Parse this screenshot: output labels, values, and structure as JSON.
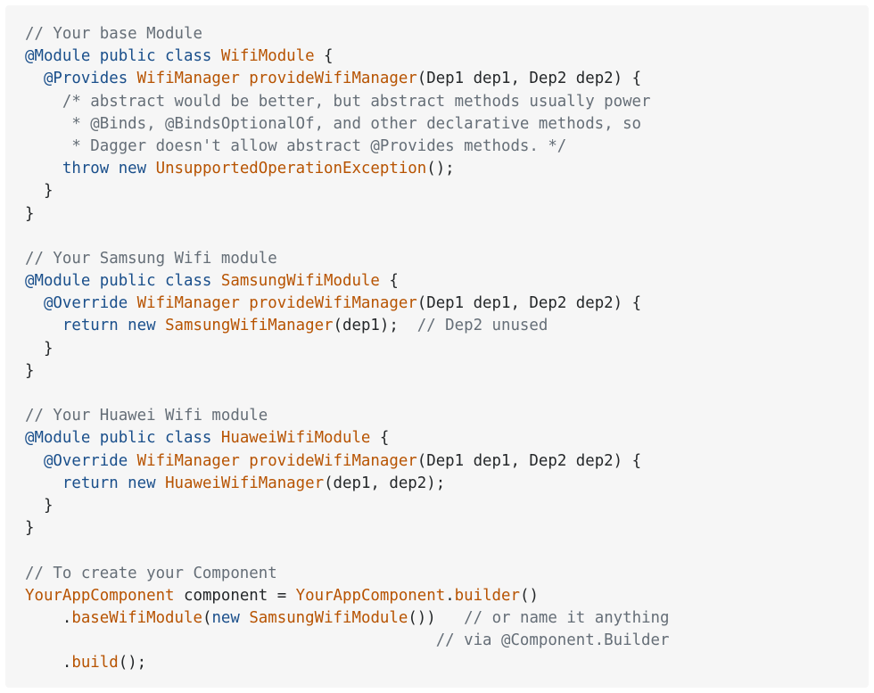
{
  "colors": {
    "background": "#ffffff",
    "code_background": "#f6f6f6",
    "comment": "#656e77",
    "keyword": "#1a4f8b",
    "type_name": "#b75301",
    "plain_text": "#242729"
  },
  "code": {
    "lines": [
      [
        {
          "t": "c",
          "s": "// Your base Module"
        }
      ],
      [
        {
          "t": "k",
          "s": "@Module public class "
        },
        {
          "t": "y",
          "s": "WifiModule"
        },
        {
          "t": "p",
          "s": " {"
        }
      ],
      [
        {
          "t": "p",
          "s": "  "
        },
        {
          "t": "k",
          "s": "@Provides "
        },
        {
          "t": "y",
          "s": "WifiManager provideWifiManager"
        },
        {
          "t": "p",
          "s": "(Dep1 dep1, Dep2 dep2) {"
        }
      ],
      [
        {
          "t": "c",
          "s": "    /* abstract would be better, but abstract methods usually power"
        }
      ],
      [
        {
          "t": "c",
          "s": "     * @Binds, @BindsOptionalOf, and other declarative methods, so"
        }
      ],
      [
        {
          "t": "c",
          "s": "     * Dagger doesn't allow abstract @Provides methods. */"
        }
      ],
      [
        {
          "t": "p",
          "s": "    "
        },
        {
          "t": "k",
          "s": "throw new "
        },
        {
          "t": "y",
          "s": "UnsupportedOperationException"
        },
        {
          "t": "p",
          "s": "();"
        }
      ],
      [
        {
          "t": "p",
          "s": "  }"
        }
      ],
      [
        {
          "t": "p",
          "s": "}"
        }
      ],
      [
        {
          "t": "p",
          "s": ""
        }
      ],
      [
        {
          "t": "c",
          "s": "// Your Samsung Wifi module"
        }
      ],
      [
        {
          "t": "k",
          "s": "@Module public class "
        },
        {
          "t": "y",
          "s": "SamsungWifiModule"
        },
        {
          "t": "p",
          "s": " {"
        }
      ],
      [
        {
          "t": "p",
          "s": "  "
        },
        {
          "t": "k",
          "s": "@Override "
        },
        {
          "t": "y",
          "s": "WifiManager provideWifiManager"
        },
        {
          "t": "p",
          "s": "(Dep1 dep1, Dep2 dep2) {"
        }
      ],
      [
        {
          "t": "p",
          "s": "    "
        },
        {
          "t": "k",
          "s": "return new "
        },
        {
          "t": "y",
          "s": "SamsungWifiManager"
        },
        {
          "t": "p",
          "s": "(dep1);  "
        },
        {
          "t": "c",
          "s": "// Dep2 unused"
        }
      ],
      [
        {
          "t": "p",
          "s": "  }"
        }
      ],
      [
        {
          "t": "p",
          "s": "}"
        }
      ],
      [
        {
          "t": "p",
          "s": ""
        }
      ],
      [
        {
          "t": "c",
          "s": "// Your Huawei Wifi module"
        }
      ],
      [
        {
          "t": "k",
          "s": "@Module public class "
        },
        {
          "t": "y",
          "s": "HuaweiWifiModule"
        },
        {
          "t": "p",
          "s": " {"
        }
      ],
      [
        {
          "t": "p",
          "s": "  "
        },
        {
          "t": "k",
          "s": "@Override "
        },
        {
          "t": "y",
          "s": "WifiManager provideWifiManager"
        },
        {
          "t": "p",
          "s": "(Dep1 dep1, Dep2 dep2) {"
        }
      ],
      [
        {
          "t": "p",
          "s": "    "
        },
        {
          "t": "k",
          "s": "return new "
        },
        {
          "t": "y",
          "s": "HuaweiWifiManager"
        },
        {
          "t": "p",
          "s": "(dep1, dep2);"
        }
      ],
      [
        {
          "t": "p",
          "s": "  }"
        }
      ],
      [
        {
          "t": "p",
          "s": "}"
        }
      ],
      [
        {
          "t": "p",
          "s": ""
        }
      ],
      [
        {
          "t": "c",
          "s": "// To create your Component"
        }
      ],
      [
        {
          "t": "y",
          "s": "YourAppComponent"
        },
        {
          "t": "p",
          "s": " component = "
        },
        {
          "t": "y",
          "s": "YourAppComponent"
        },
        {
          "t": "p",
          "s": "."
        },
        {
          "t": "y",
          "s": "builder"
        },
        {
          "t": "p",
          "s": "()"
        }
      ],
      [
        {
          "t": "p",
          "s": "    ."
        },
        {
          "t": "y",
          "s": "baseWifiModule"
        },
        {
          "t": "p",
          "s": "("
        },
        {
          "t": "k",
          "s": "new "
        },
        {
          "t": "y",
          "s": "SamsungWifiModule"
        },
        {
          "t": "p",
          "s": "())   "
        },
        {
          "t": "c",
          "s": "// or name it anything"
        }
      ],
      [
        {
          "t": "p",
          "s": "                                            "
        },
        {
          "t": "c",
          "s": "// via @Component.Builder"
        }
      ],
      [
        {
          "t": "p",
          "s": "    ."
        },
        {
          "t": "y",
          "s": "build"
        },
        {
          "t": "p",
          "s": "();"
        }
      ]
    ]
  }
}
